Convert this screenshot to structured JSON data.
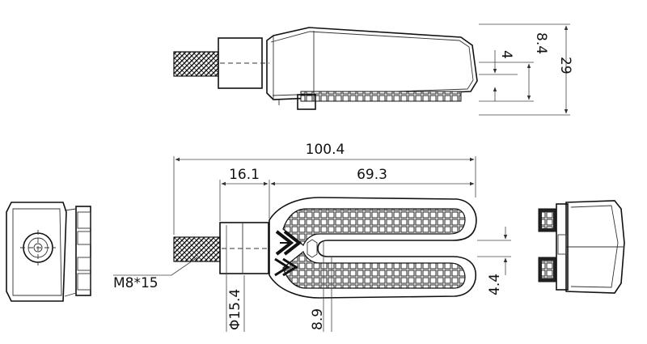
{
  "drawing": {
    "dimensions": {
      "overall_length": "100.4",
      "base_length": "16.1",
      "lens_length": "69.3",
      "thread": "M8*15",
      "diameter": "Φ15.4",
      "lens_width": "8.9",
      "gap": "4.4",
      "lip": "4",
      "rear_height": "8.4",
      "total_height": "29"
    }
  }
}
